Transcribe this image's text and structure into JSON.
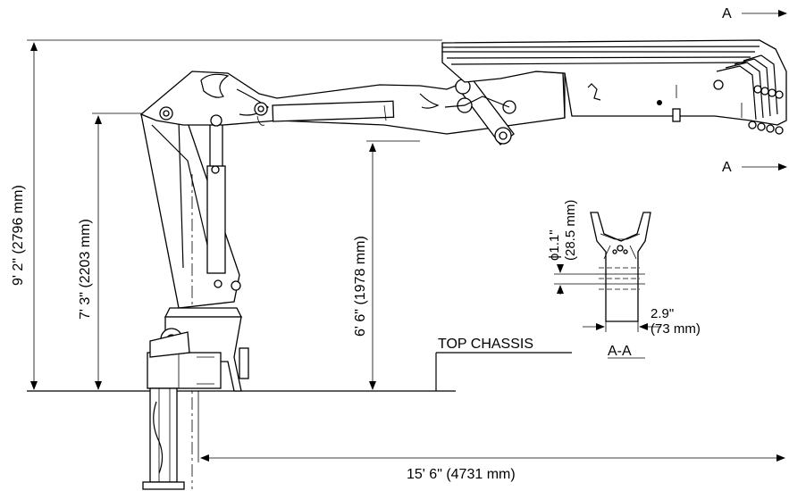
{
  "dimensions": {
    "max_height": "9' 2\" (2796 mm)",
    "pivot_height": "7' 3\" (2203 mm)",
    "boom_height": "6' 6\" (1978 mm)",
    "reach": "15' 6\" (4731 mm)"
  },
  "labels": {
    "top_chassis": "TOP CHASSIS",
    "section_marker": "A",
    "section_title": "A-A"
  },
  "section_detail": {
    "pin_diameter_inch": "ϕ1.1\"",
    "pin_diameter_mm": "(28.5 mm)",
    "width_inch": "2.9\"",
    "width_mm": "(73 mm)"
  }
}
